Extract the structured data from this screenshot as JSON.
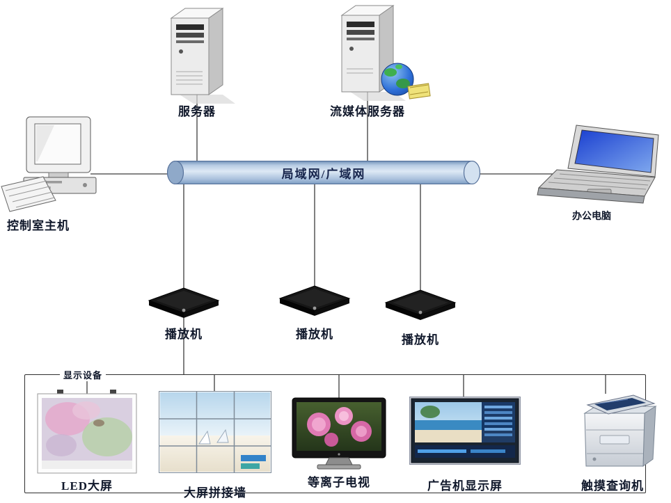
{
  "diagram": {
    "bus": {
      "label": "局域网/广域网"
    },
    "nodes": {
      "server": {
        "label": "服务器"
      },
      "media_server": {
        "label": "流媒体服务器"
      },
      "control_host": {
        "label": "控制室主机"
      },
      "office_pc": {
        "label": "办公电脑"
      }
    },
    "players": [
      {
        "label": "播放机"
      },
      {
        "label": "播放机"
      },
      {
        "label": "播放机"
      }
    ],
    "display_group": {
      "label": "显示设备",
      "devices": [
        {
          "label": "LED大屏"
        },
        {
          "label": "大屏拼接墙"
        },
        {
          "label": "等离子电视"
        },
        {
          "label": "广告机显示屏"
        },
        {
          "label": "触摸查询机"
        }
      ]
    },
    "colors": {
      "bus_fill": "#b9cde4",
      "bus_text": "#16244c",
      "connector": "#3c3c3c",
      "label_text": "#10182b",
      "player_body": "#161616"
    }
  }
}
